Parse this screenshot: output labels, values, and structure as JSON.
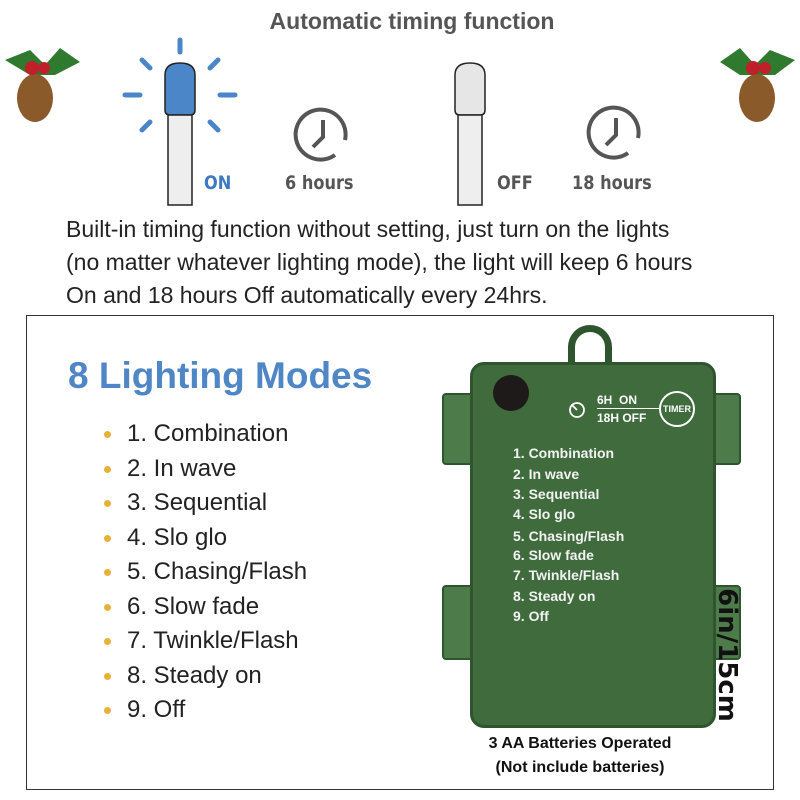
{
  "title": "Automatic timing function",
  "timing": {
    "on_label": "ON",
    "on_duration": "6 hours",
    "off_label": "OFF",
    "off_duration": "18 hours"
  },
  "description": [
    "Built-in timing function without setting, just turn on the lights",
    "(no matter whatever lighting mode), the light will keep 6 hours",
    "On and 18 hours Off automatically every 24hrs."
  ],
  "modes_title": "8 Lighting Modes",
  "modes": [
    "1. Combination",
    "2. In wave",
    "3. Sequential",
    "4. Slo glo",
    "5. Chasing/Flash",
    "6. Slow fade",
    "7. Twinkle/Flash",
    "8. Steady on",
    "9. Off"
  ],
  "box": {
    "timer_top": "6H  ON",
    "timer_bottom": "18H OFF",
    "timer_badge": "TIMER",
    "size": "6in/15cm"
  },
  "battery": {
    "line1": "3 AA Batteries Operated",
    "line2": "(Not include batteries)"
  },
  "colors": {
    "accent": "#4f86c6",
    "bullet": "#e8b13a",
    "box": "#3f6b3d"
  }
}
